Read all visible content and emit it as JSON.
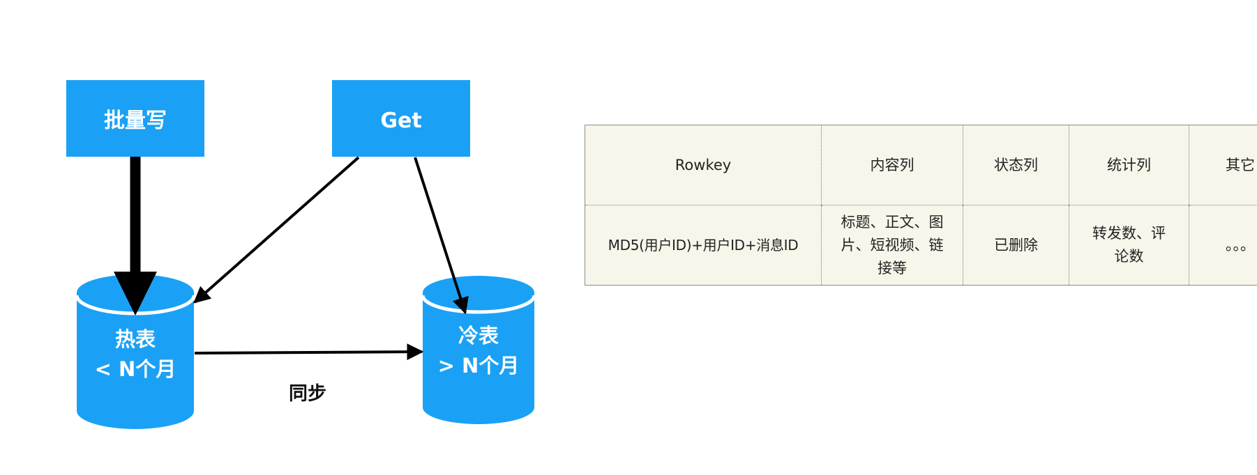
{
  "diagram": {
    "nodes": {
      "batch_write": {
        "label": "批量写"
      },
      "get": {
        "label": "Get"
      },
      "hot_table": {
        "label_line1": "热表",
        "label_line2": "< N个月"
      },
      "cold_table": {
        "label_line1": "冷表",
        "label_line2": "> N个月"
      }
    },
    "edges": {
      "sync": {
        "label": "同步"
      }
    },
    "colors": {
      "node_fill": "#1aa1f5",
      "cylinder_rim": "#ffffff",
      "arrow": "#000000"
    }
  },
  "table": {
    "headers": [
      "Rowkey",
      "内容列",
      "状态列",
      "统计列",
      "其它"
    ],
    "row": [
      [
        "MD5(用户ID)+用户ID+消息ID"
      ],
      [
        "标题、正文、图",
        "片、短视频、链",
        "接等"
      ],
      [
        "已删除"
      ],
      [
        "转发数、评",
        "论数"
      ],
      [
        "。。。"
      ]
    ],
    "colors": {
      "background": "#f8f5ea",
      "border": "#8c8c8c"
    }
  }
}
